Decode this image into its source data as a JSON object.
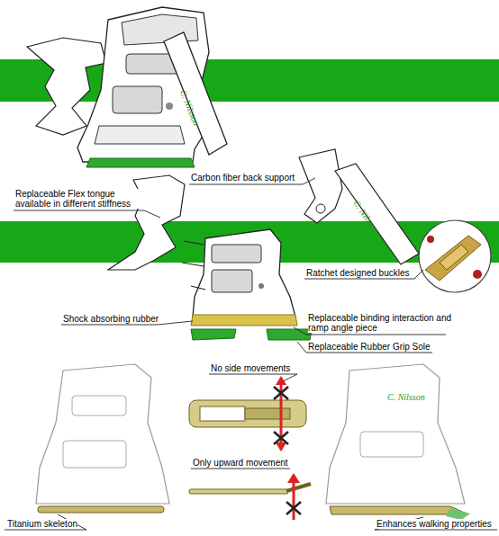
{
  "diagram": {
    "labels": [
      "C. Nilsson",
      "Replaceable Flex tongue available in different stiffness",
      "Carbon fiber back support",
      "C. Nilsson",
      "Ratchet designed buckles",
      "Shock absorbing rubber",
      "Replaceable binding interaction and ramp angle piece",
      "Replaceable Rubber Grip Sole",
      "No side movements",
      "Only upward movement",
      "C. Nilsson",
      "Titanium skeleton",
      "Enhances walking properties"
    ]
  }
}
